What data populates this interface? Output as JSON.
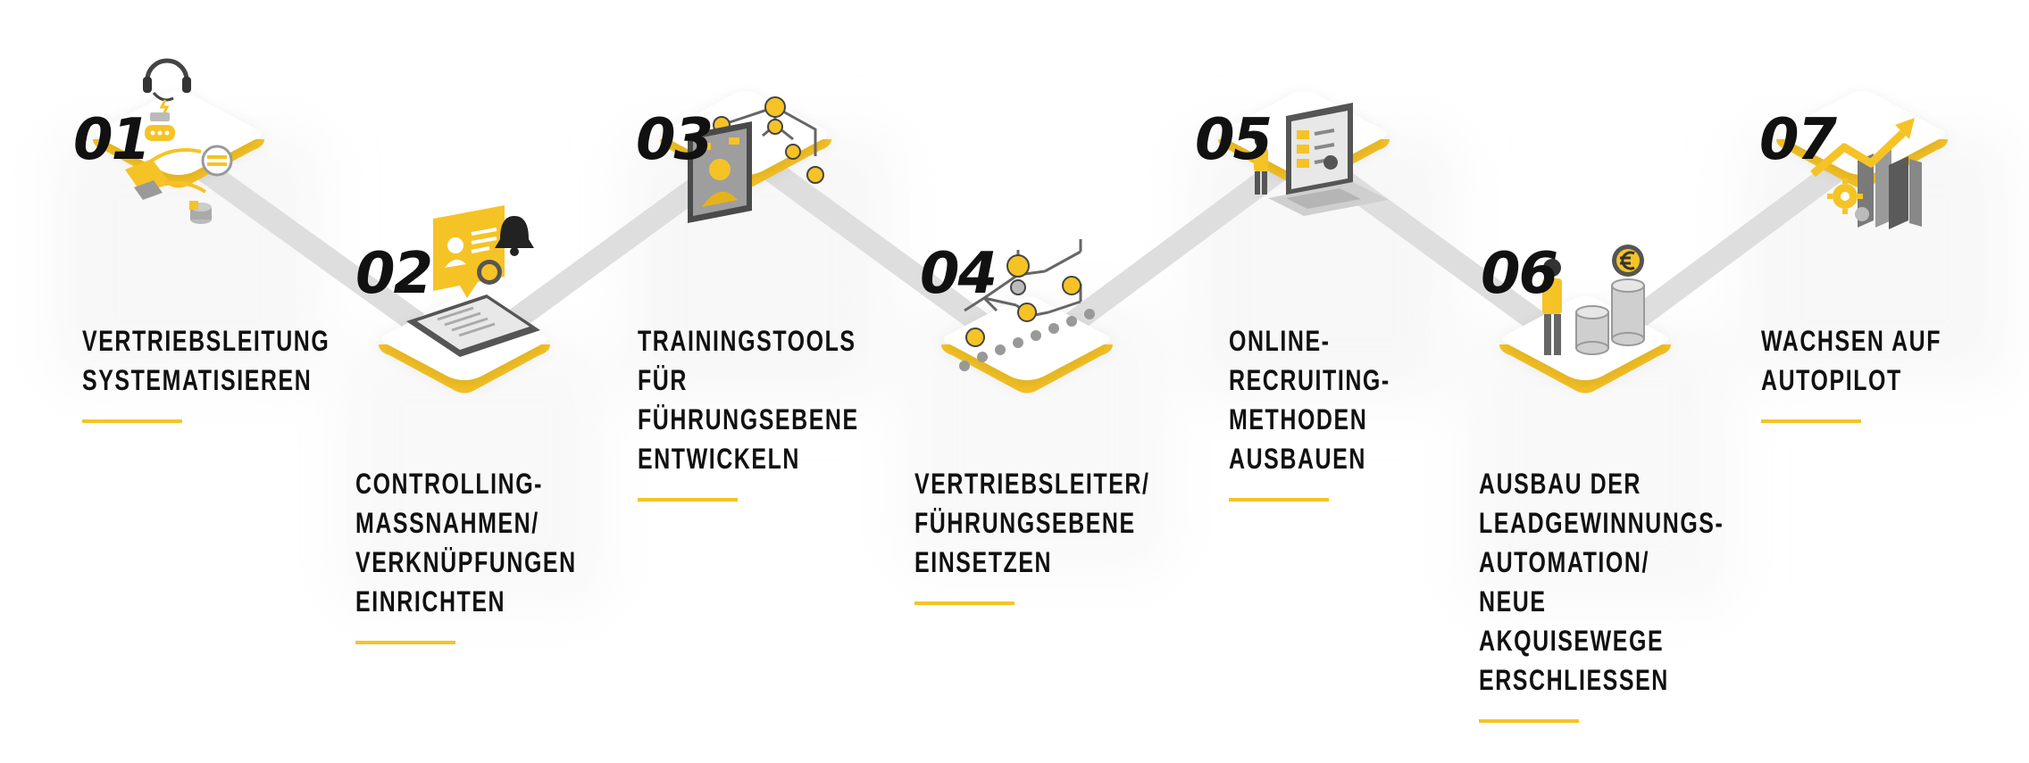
{
  "steps": [
    {
      "number": "01",
      "icon": "headset-network-icon",
      "lines": [
        "VERTRIEBSLEITUNG",
        "SYSTEMATISIEREN"
      ]
    },
    {
      "number": "02",
      "icon": "tablet-profile-alert-icon",
      "lines": [
        "CONTROLLING-",
        "MASSNAHMEN/",
        "VERKNÜPFUNGEN",
        "EINRICHTEN"
      ]
    },
    {
      "number": "03",
      "icon": "video-training-org-icon",
      "lines": [
        "TRAININGSTOOLS",
        "FÜR",
        "FÜHRUNGSEBENE",
        "ENTWICKELN"
      ]
    },
    {
      "number": "04",
      "icon": "org-chart-icon",
      "lines": [
        "VERTRIEBSLEITER/",
        "FÜHRUNGSEBENE",
        "EINSETZEN"
      ]
    },
    {
      "number": "05",
      "icon": "laptop-recruiting-icon",
      "lines": [
        "ONLINE-",
        "RECRUITING-",
        "METHODEN",
        "AUSBAUEN"
      ]
    },
    {
      "number": "06",
      "icon": "coins-euro-person-icon",
      "lines": [
        "AUSBAU DER",
        "LEADGEWINNUNGS-",
        "AUTOMATION/",
        "NEUE",
        "AKQUISEWEGE",
        "ERSCHLIESSEN"
      ]
    },
    {
      "number": "07",
      "icon": "growth-chart-gear-icon",
      "lines": [
        "WACHSEN AUF",
        "AUTOPILOT"
      ]
    }
  ],
  "colors": {
    "accent": "#f6c326",
    "path": "#dedede",
    "platform": "#ffffff",
    "text": "#111111"
  }
}
